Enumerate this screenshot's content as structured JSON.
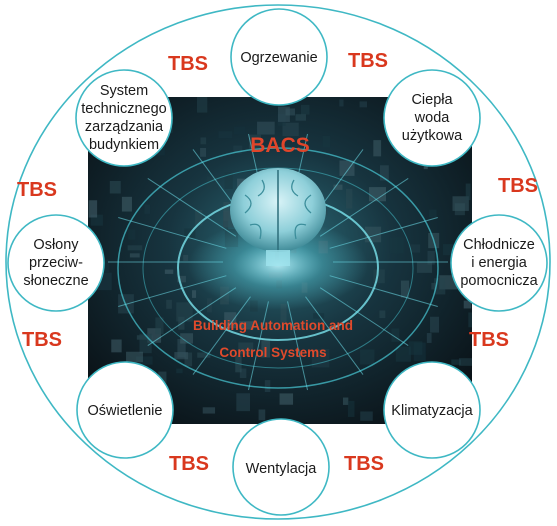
{
  "core": {
    "title": "BACS",
    "subtitle_lines": [
      "Building Automation and",
      "Control Systems"
    ]
  },
  "nodes": [
    {
      "id": "ogrzewanie",
      "lines": [
        "Ogrzewanie"
      ]
    },
    {
      "id": "ciepla-woda",
      "lines": [
        "Ciepła",
        "woda",
        "użytkowa"
      ]
    },
    {
      "id": "chlodnicze",
      "lines": [
        "Chłodnicze",
        "i energia",
        "pomocnicza"
      ]
    },
    {
      "id": "klimatyzacja",
      "lines": [
        "Klimatyzacja"
      ]
    },
    {
      "id": "wentylacja",
      "lines": [
        "Wentylacja"
      ]
    },
    {
      "id": "oswietlenie",
      "lines": [
        "Oświetlenie"
      ]
    },
    {
      "id": "oslony",
      "lines": [
        "Osłony",
        "przeciw-",
        "słoneczne"
      ]
    },
    {
      "id": "system-zarzadzania",
      "lines": [
        "System",
        "technicznego",
        "zarządzania",
        "budynkiem"
      ]
    }
  ],
  "tbs_label": "TBS",
  "colors": {
    "ring": "#3fb8c4",
    "tbs": "#d9381e",
    "core_text": "#e0452a"
  }
}
